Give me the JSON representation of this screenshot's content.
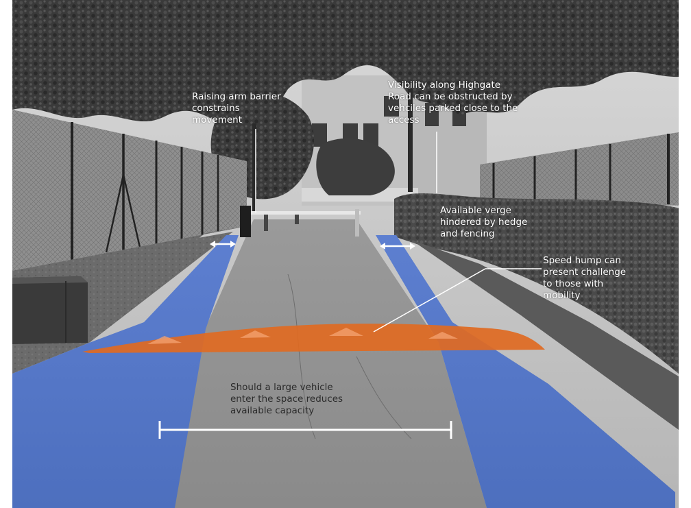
{
  "colors": {
    "walkway_blue": "#5577c8",
    "speed_hump_orange": "#e06a22",
    "annotation_white": "#ffffff",
    "annotation_dark": "#2b2b2b"
  },
  "annotations": {
    "raising_arm_barrier": "Raising arm barrier\nconstrains\nmovement",
    "visibility_highgate": "Visibility along Highgate\nRoad can be obstructed by\nvehciles parked close to the\naccess",
    "available_verge": "Available verge\nhindered by hedge\nand fencing",
    "speed_hump": "Speed hump can\npresent challenge\nto those with\nmobility",
    "large_vehicle": "Should a large vehicle\nenter the space reduces\navailable capacity"
  }
}
